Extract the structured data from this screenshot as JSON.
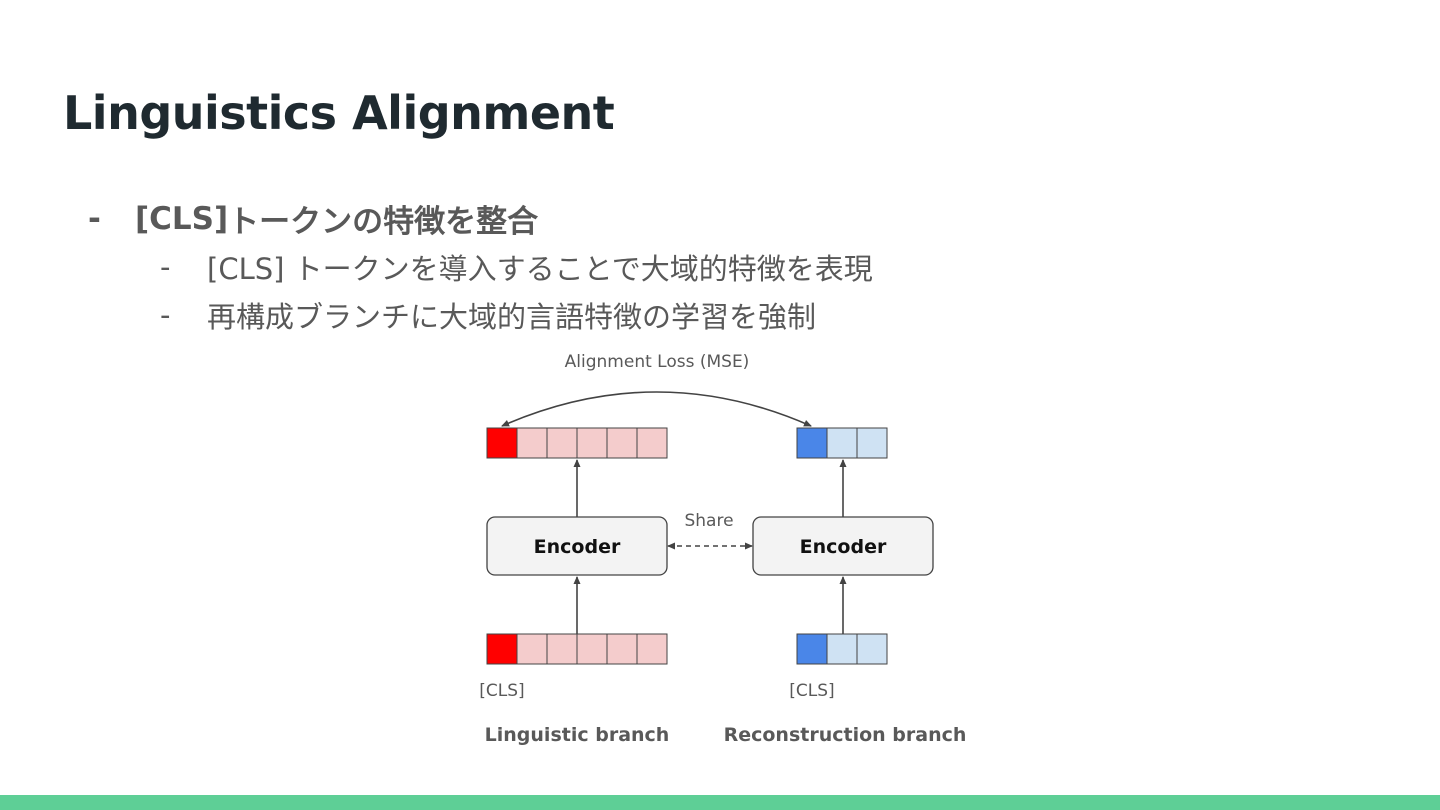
{
  "slide": {
    "title": "Linguistics Alignment",
    "bullets": [
      {
        "level": 1,
        "marker": "-",
        "prefix": "[CLS]",
        "text": " トークンの特徴を整合"
      },
      {
        "level": 2,
        "marker": "-",
        "text": "[CLS] トークンを導入することで大域的特徴を表現"
      },
      {
        "level": 2,
        "marker": "-",
        "text": "再構成ブランチに大域的言語特徴の学習を強制"
      }
    ]
  },
  "diagram": {
    "loss_label": "Alignment Loss (MSE)",
    "share_label": "Share",
    "linguistic": {
      "encoder_label": "Encoder",
      "cls_label": "[CLS]",
      "branch_label": "Linguistic branch",
      "token_count": 6
    },
    "reconstruction": {
      "encoder_label": "Encoder",
      "cls_label": "[CLS]",
      "branch_label": "Reconstruction branch",
      "token_count": 3
    },
    "colors": {
      "ling_cls": "#ff0000",
      "ling_token": "#f4cccc",
      "recon_cls": "#4a86e8",
      "recon_token": "#cfe2f3",
      "encoder_fill": "#f3f3f3",
      "stroke": "#434343",
      "footer": "#5ecf96"
    }
  }
}
